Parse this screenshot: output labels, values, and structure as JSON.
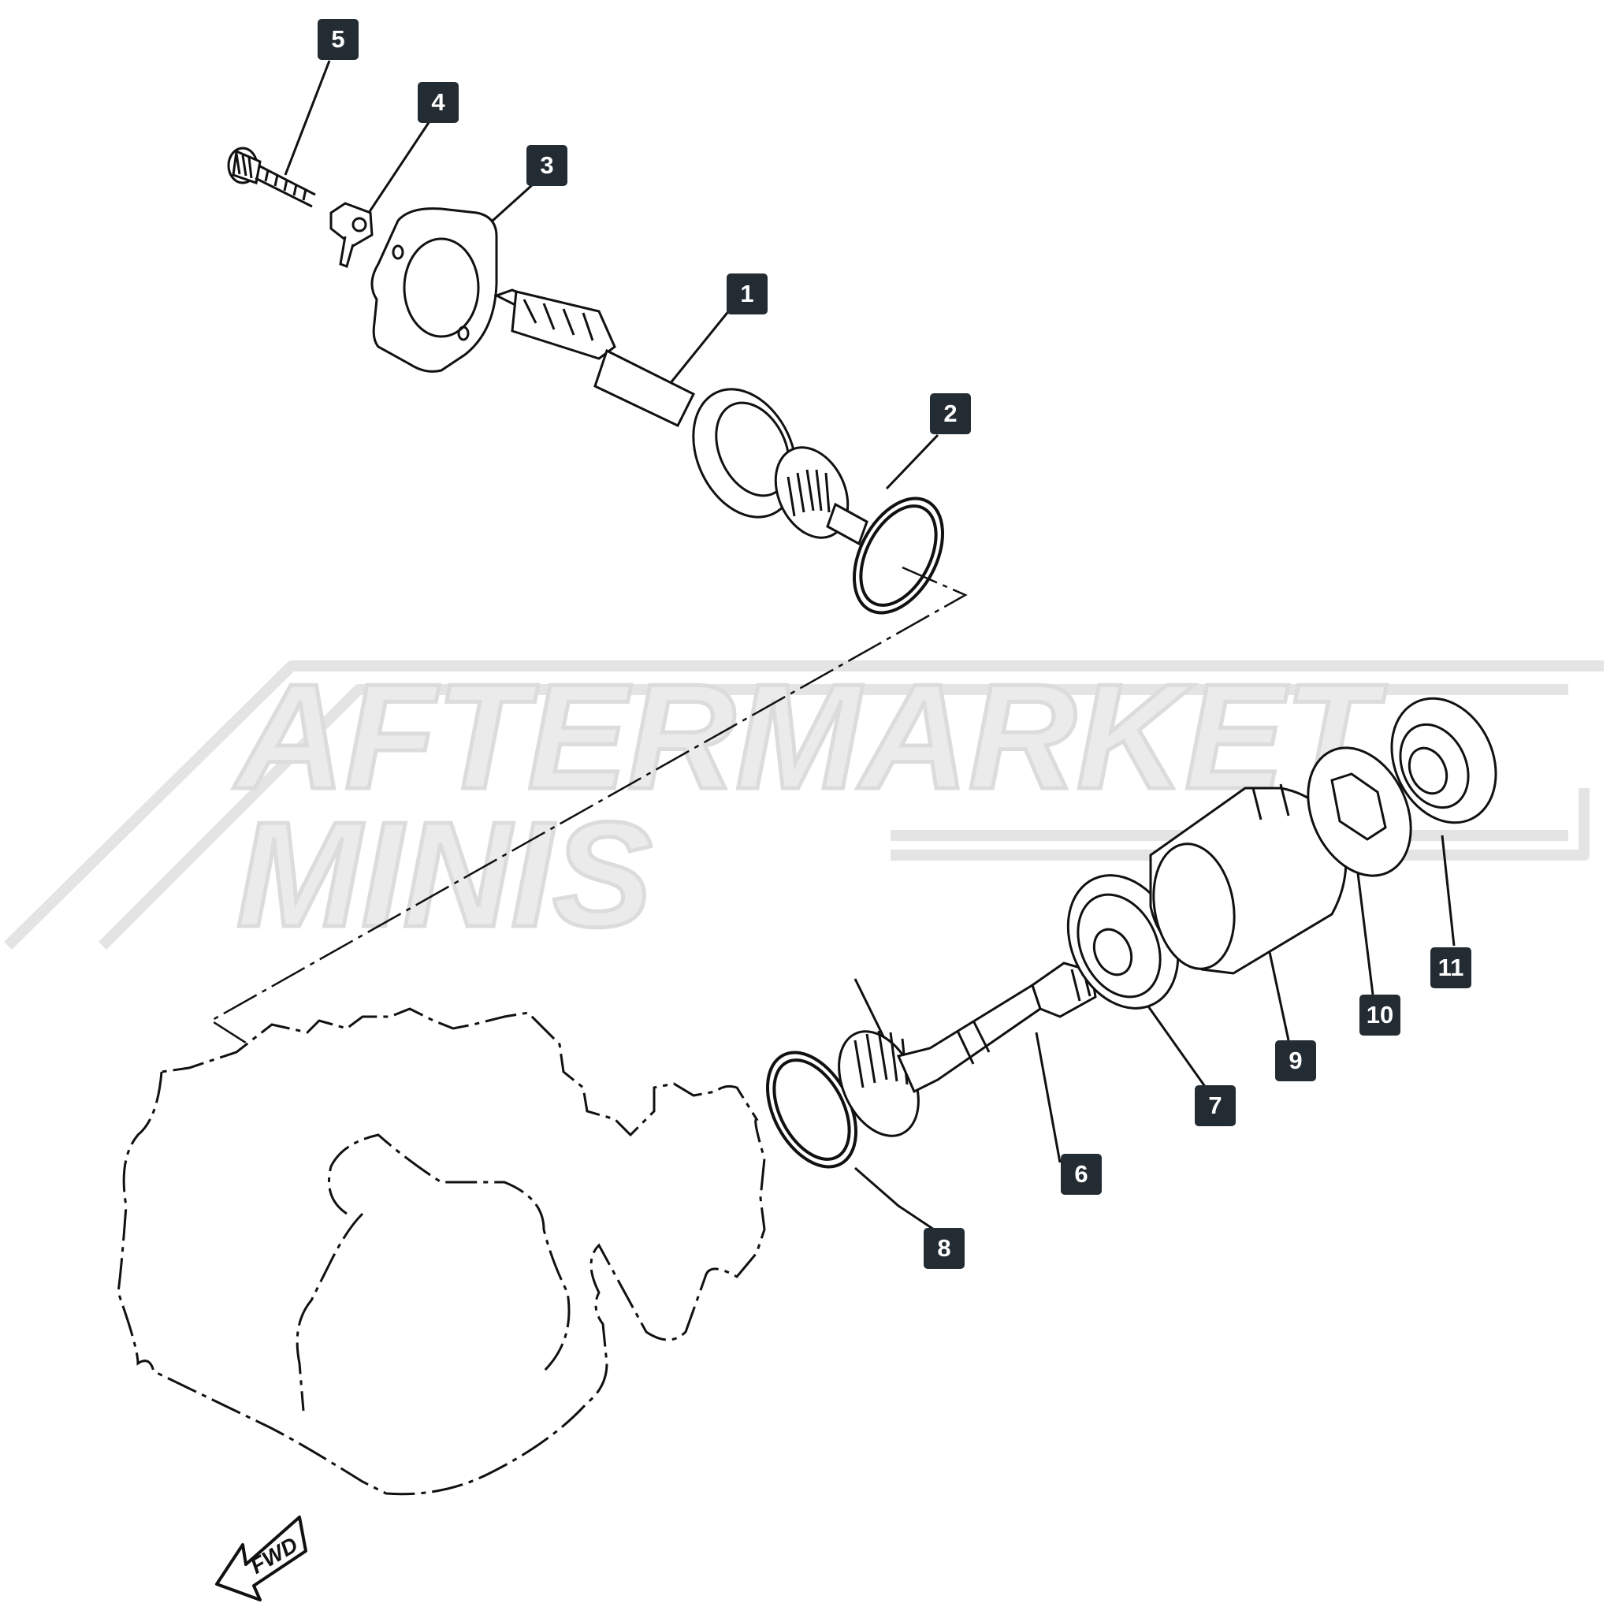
{
  "diagram": {
    "watermark": {
      "line1": "AFTERMARKET",
      "line2": "MINIS"
    },
    "direction_arrow": {
      "label": "FWD",
      "icon": "forward-arrow-icon"
    },
    "callouts": [
      "1",
      "2",
      "3",
      "4",
      "5",
      "6",
      "7",
      "8",
      "9",
      "10",
      "11"
    ],
    "colors": {
      "callout_bg": "#232b33",
      "callout_text": "#ffffff",
      "line": "#111111",
      "watermark": "#e2e2e2"
    }
  }
}
